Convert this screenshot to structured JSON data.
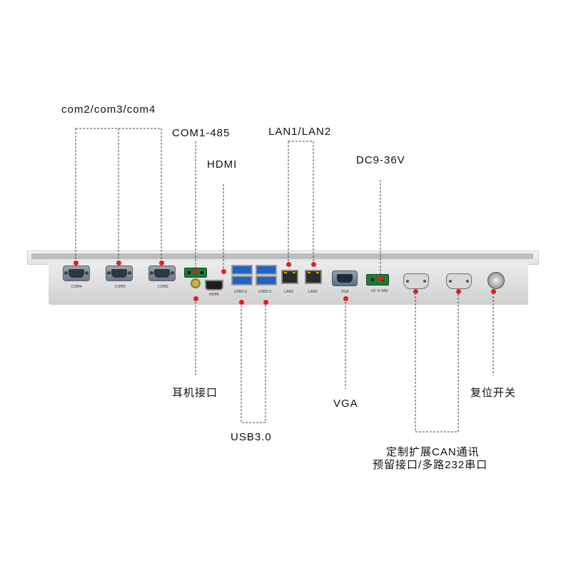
{
  "labels": {
    "com234": "com2/com3/com4",
    "com1_485": "COM1-485",
    "lan": "LAN1/LAN2",
    "hdmi": "HDMI",
    "dc": "DC9-36V",
    "audio": "耳机接口",
    "usb": "USB3.0",
    "vga": "VGA",
    "reset": "复位开关",
    "can_line1": "定制扩展CAN通讯",
    "can_line2": "预留接口/多路232串口"
  },
  "port_silkscreen": {
    "com4": "COM4",
    "com3": "COM3",
    "com2": "COM2",
    "hdmi": "HDMI",
    "usb_a": "USB3.0",
    "usb_b": "USB3.0",
    "lan2": "LAN2",
    "lan1": "LAN1",
    "vga": "VGA",
    "dc": "DC 9-36V"
  },
  "colors": {
    "callout_dot": "#e02020",
    "leader_line": "#444444",
    "usb_blue": "#1f63c7",
    "terminal_green": "#1d7a3a"
  }
}
